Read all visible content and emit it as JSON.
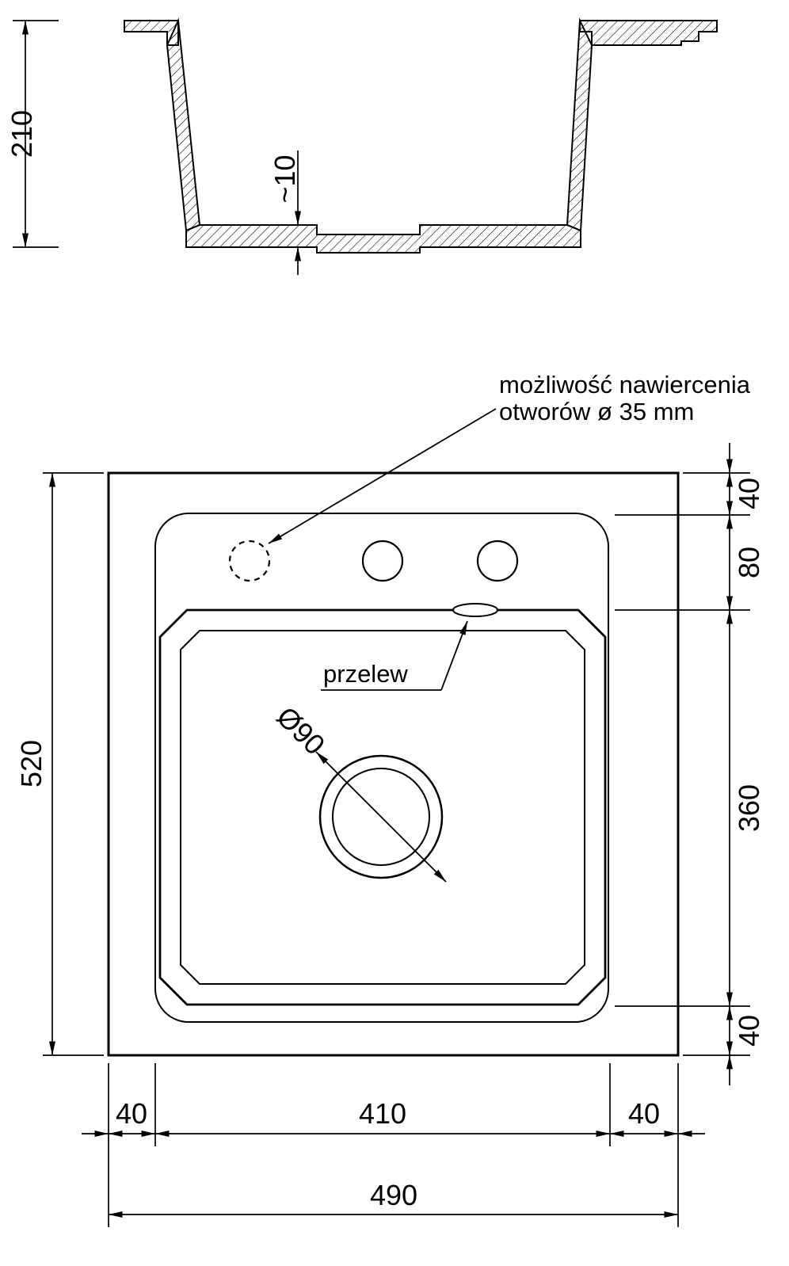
{
  "drawing": {
    "section": {
      "height": "210",
      "bottom_thickness": "~10"
    },
    "plan": {
      "depth_total": "520",
      "width_total": "490",
      "bottom_left": "40",
      "bottom_center": "410",
      "bottom_right": "40",
      "right_top": "40",
      "right_upper": "80",
      "right_middle": "360",
      "right_bottom": "40",
      "drain_diameter": "Ø90",
      "overflow_label": "przelew",
      "note_line1": "możliwość nawiercenia",
      "note_line2": "otworów ø 35 mm"
    },
    "colors": {
      "line": "#000000",
      "background": "#ffffff"
    }
  }
}
